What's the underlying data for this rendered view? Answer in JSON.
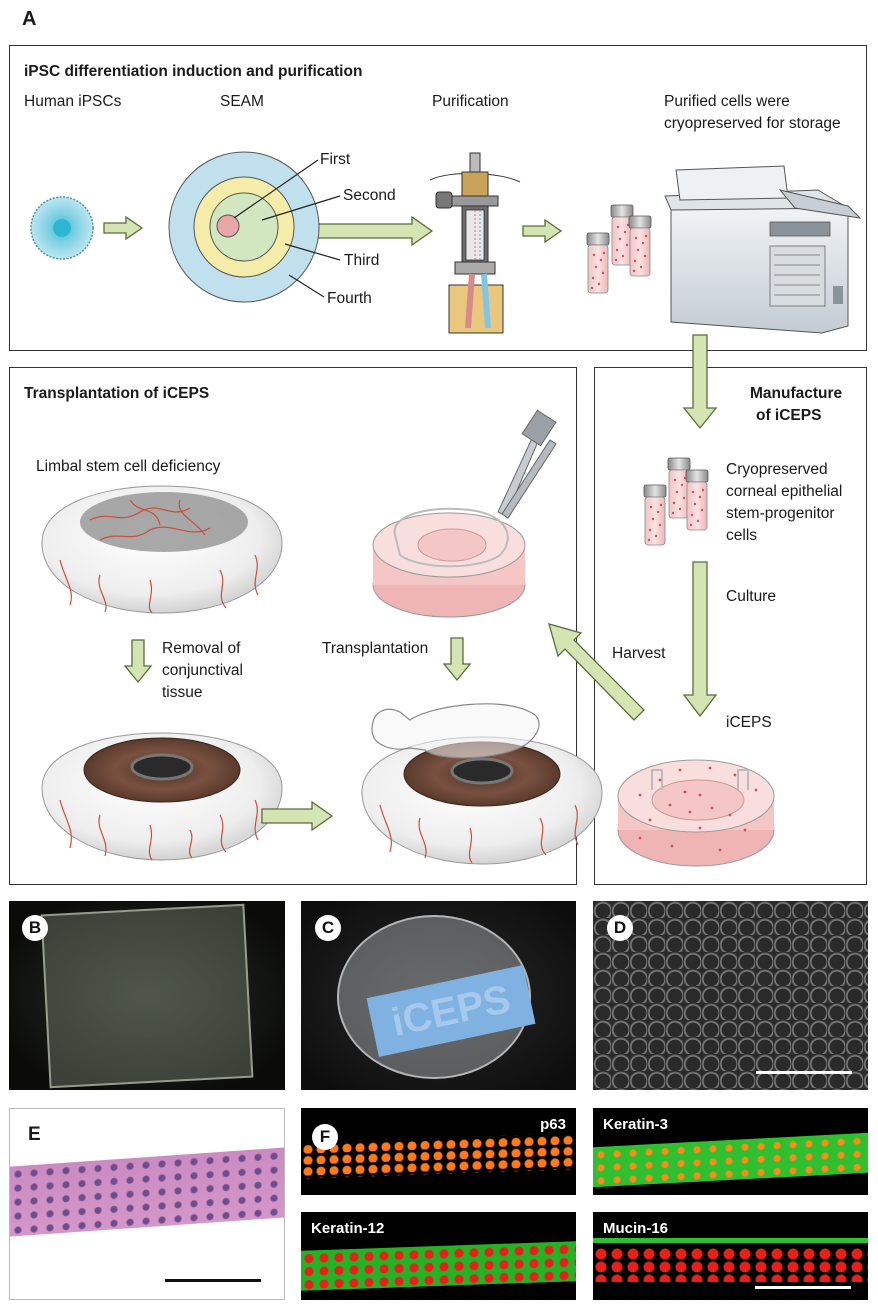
{
  "panel_a": {
    "letter": "A",
    "top_box": {
      "title": "iPSC differentiation induction and purification",
      "human_ipscs": "Human iPSCs",
      "seam": "SEAM",
      "purification": "Purification",
      "cryo_line1": "Purified cells were",
      "cryo_line2": "cryopreserved for storage",
      "zones": [
        "First",
        "Second",
        "Third",
        "Fourth"
      ]
    },
    "transplant_box": {
      "title": "Transplantation of iCEPS",
      "lscd": "Limbal stem cell deficiency",
      "removal_line1": "Removal of",
      "removal_line2": "conjunctival",
      "removal_line3": "tissue",
      "transplantation": "Transplantation"
    },
    "manufacture_box": {
      "title_line1": "Manufacture",
      "title_line2": "of iCEPS",
      "cryo_line1": "Cryopreserved",
      "cryo_line2": "corneal epithelial",
      "cryo_line3": "stem-progenitor",
      "cryo_line4": "cells",
      "culture": "Culture",
      "iceps": "iCEPS",
      "harvest": "Harvest"
    }
  },
  "panels": {
    "b": "B",
    "c": "C",
    "d": "D",
    "e": "E",
    "f": "F",
    "c_label_text": "iCEPS"
  },
  "stains": {
    "p63": "p63",
    "keratin3": "Keratin-3",
    "keratin12": "Keratin-12",
    "mucin16": "Mucin-16"
  },
  "colors": {
    "arrow_fill": "#d4e5b3",
    "arrow_stroke": "#5b6b3b",
    "seam_fourth": "#bfe0ec",
    "seam_third": "#f6ecaa",
    "seam_second": "#d2e6c0",
    "seam_first": "#e9a6a6",
    "iris": "#6e4a3b",
    "culture_pink": "#f4c6c6"
  }
}
